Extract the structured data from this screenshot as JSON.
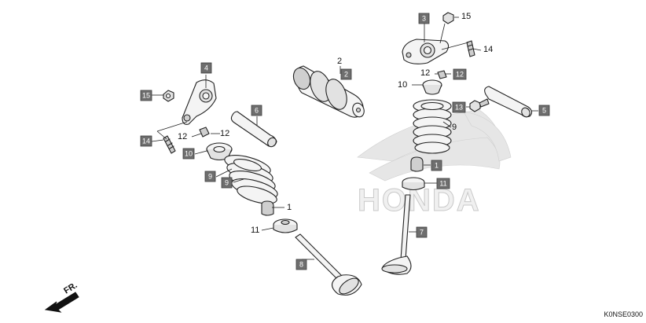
{
  "brand_watermark": "HONDA",
  "diagram_code": "K0NSE0300",
  "direction_arrow_label": "FR.",
  "labels": {
    "c1": "1",
    "c1b": "1",
    "c2": "2",
    "c2b": "2",
    "c3": "3",
    "c4": "4",
    "c5": "5",
    "c6": "6",
    "c7": "7",
    "c8": "8",
    "c9": "9",
    "c9b": "9",
    "c9c": "9",
    "c10": "10",
    "c10b": "10",
    "c11": "11",
    "c11b": "11",
    "c12a": "12",
    "c12b": "12",
    "c12c": "12",
    "c12d": "12",
    "c13": "13",
    "c14": "14",
    "c14b": "14",
    "c15": "15",
    "c15b": "15"
  },
  "colors": {
    "callout_box": "#6e6e6e",
    "line": "#222222",
    "watermark": "#d8d8d8"
  }
}
